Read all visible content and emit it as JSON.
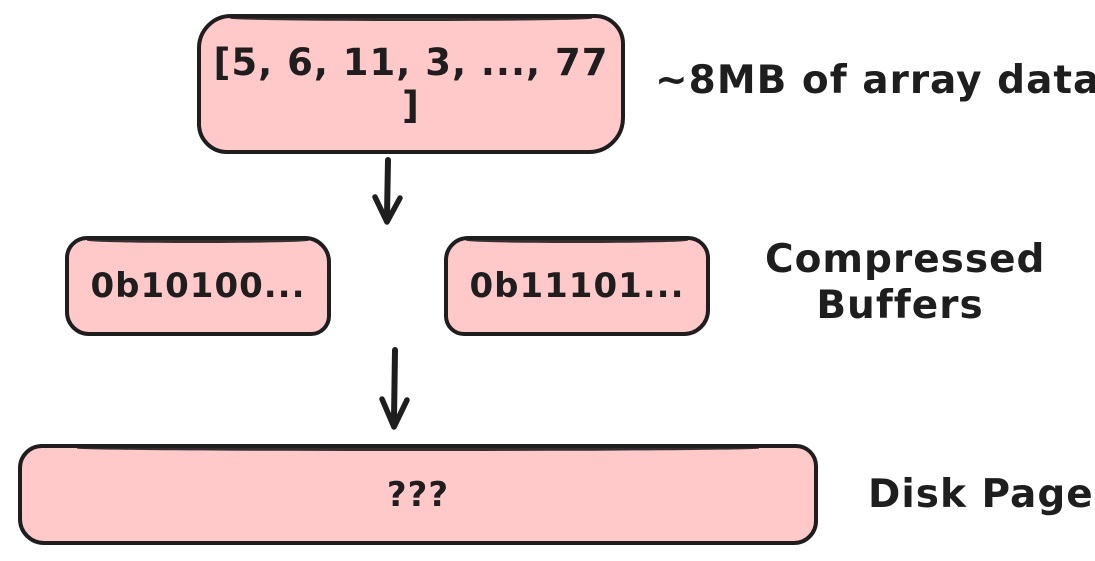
{
  "diagram": {
    "title": "array compression to disk page flow",
    "colors": {
      "background": "#ffffff",
      "box_fill": "#ffc9c9",
      "stroke": "#1e1e1e",
      "text": "#1e1e1e"
    },
    "nodes": {
      "array_box": {
        "text": "[5, 6, 11, 3, ..., 77 ]"
      },
      "buffer_box_left": {
        "text": "0b10100..."
      },
      "buffer_box_right": {
        "text": "0b11101..."
      },
      "disk_box": {
        "text": "???"
      }
    },
    "labels": {
      "array_label": "~8MB of array data",
      "buffers_label_line1": "Compressed",
      "buffers_label_line2": "Buffers",
      "disk_label": "Disk Page"
    },
    "icons": {
      "arrow_top_to_buffers": "down-arrow",
      "arrow_buffers_to_disk": "down-arrow"
    },
    "edges": [
      {
        "from": "array_box",
        "to": "buffer_boxes",
        "direction": "down"
      },
      {
        "from": "buffer_boxes",
        "to": "disk_box",
        "direction": "down"
      }
    ]
  }
}
